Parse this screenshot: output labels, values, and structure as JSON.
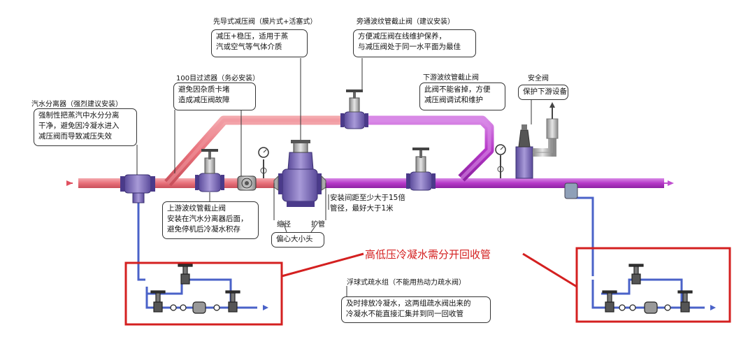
{
  "labels": {
    "pilot_valve_title": "先导式减压阀（膜片式+活塞式）",
    "bypass_valve_title": "旁通波纹管截止阀（建议安装）",
    "filter_title": "100目过滤器（务必安装）",
    "downstream_valve_title": "下游波纹管截止阀",
    "safety_valve_title": "安全阀",
    "separator_title": "汽水分离器（强烈建议安装）",
    "reducer_label": "缩径",
    "expander_label": "扩管",
    "eccentric_label": "偏心大小头",
    "trap_group_title": "浮球式疏水组（不能用热动力疏水阀）",
    "red_note": "高低压冷凝水需分开回收管"
  },
  "notes": {
    "pilot_valve": [
      "减压+稳压，适用于蒸",
      "汽或空气等气体介质"
    ],
    "bypass_valve": [
      "方便减压阀在线维护保养，",
      "与减压阀处于同一水平面为最佳"
    ],
    "filter": [
      "避免因杂质卡堵",
      "造成减压阀故障"
    ],
    "downstream_valve": [
      "此阀不能省掉，方便",
      "减压阀调试和维护"
    ],
    "safety_valve": [
      "保护下游设备"
    ],
    "separator": [
      "强制性把蒸汽中水分分离",
      "干净，避免因冷凝水进入",
      "减压阀而导致减压失效"
    ],
    "upstream_valve": [
      "上游波纹管截止阀",
      "安装在汽水分离器后面，",
      "避免停机后冷凝水积存"
    ],
    "install_distance": [
      "安装间距至少大于15倍",
      "管径，最好大于1米"
    ],
    "trap_group": [
      "及时排放冷凝水，这两组疏水阀出来的",
      "冷凝水不能直接汇集并到同一回收管"
    ]
  },
  "colors": {
    "inlet_pipe": "#e8707a",
    "outlet_pipe": "#b637c8",
    "condensate_pipe": "#4a62c8",
    "valve_body": "#7a6ab8",
    "highlight": "#d42020"
  },
  "icons": [
    "flow-arrow-icon",
    "pressure-gauge-icon",
    "globe-valve-icon",
    "pressure-reducing-valve-icon",
    "strainer-icon",
    "safety-valve-icon",
    "steam-trap-icon"
  ]
}
